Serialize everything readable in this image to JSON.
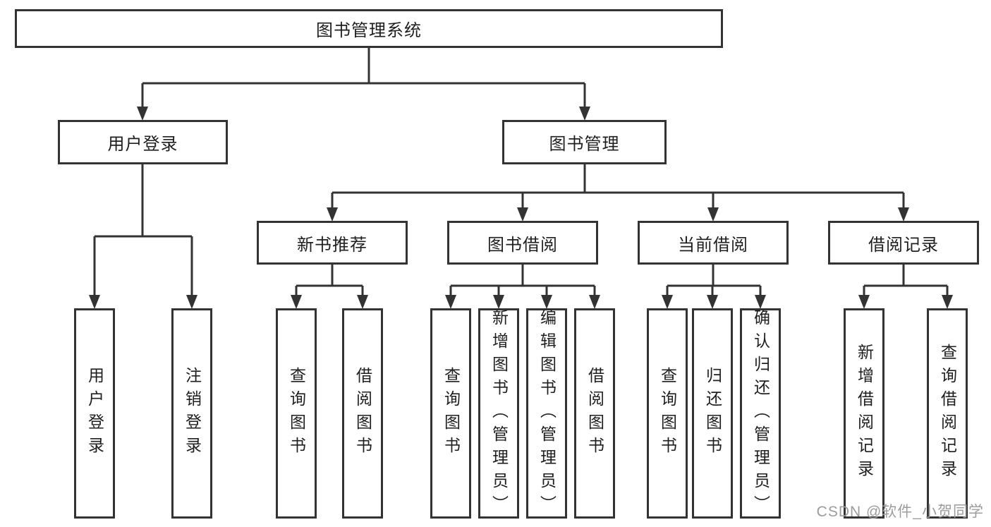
{
  "diagram": {
    "root": {
      "label": "图书管理系统"
    },
    "branches": [
      {
        "label": "用户登录",
        "children": [
          "用户登录",
          "注销登录"
        ]
      },
      {
        "label": "图书管理",
        "children": [
          {
            "label": "新书推荐",
            "children": [
              "查询图书",
              "借阅图书"
            ]
          },
          {
            "label": "图书借阅",
            "children": [
              "查询图书",
              "新增图书（管理员）",
              "编辑图书（管理员）",
              "借阅图书"
            ]
          },
          {
            "label": "当前借阅",
            "children": [
              "查询图书",
              "归还图书",
              "确认归还（管理员）"
            ]
          },
          {
            "label": "借阅记录",
            "children": [
              "新增借阅记录",
              "查询借阅记录"
            ]
          }
        ]
      }
    ],
    "colors": {
      "line": "#333333",
      "box_border": "#333333",
      "box_fill": "#ffffff",
      "text": "#1f1f1f",
      "watermark": "#9c9c9c",
      "background": "#ffffff"
    }
  },
  "watermark": {
    "text": "CSDN @软件_小贺同学"
  }
}
